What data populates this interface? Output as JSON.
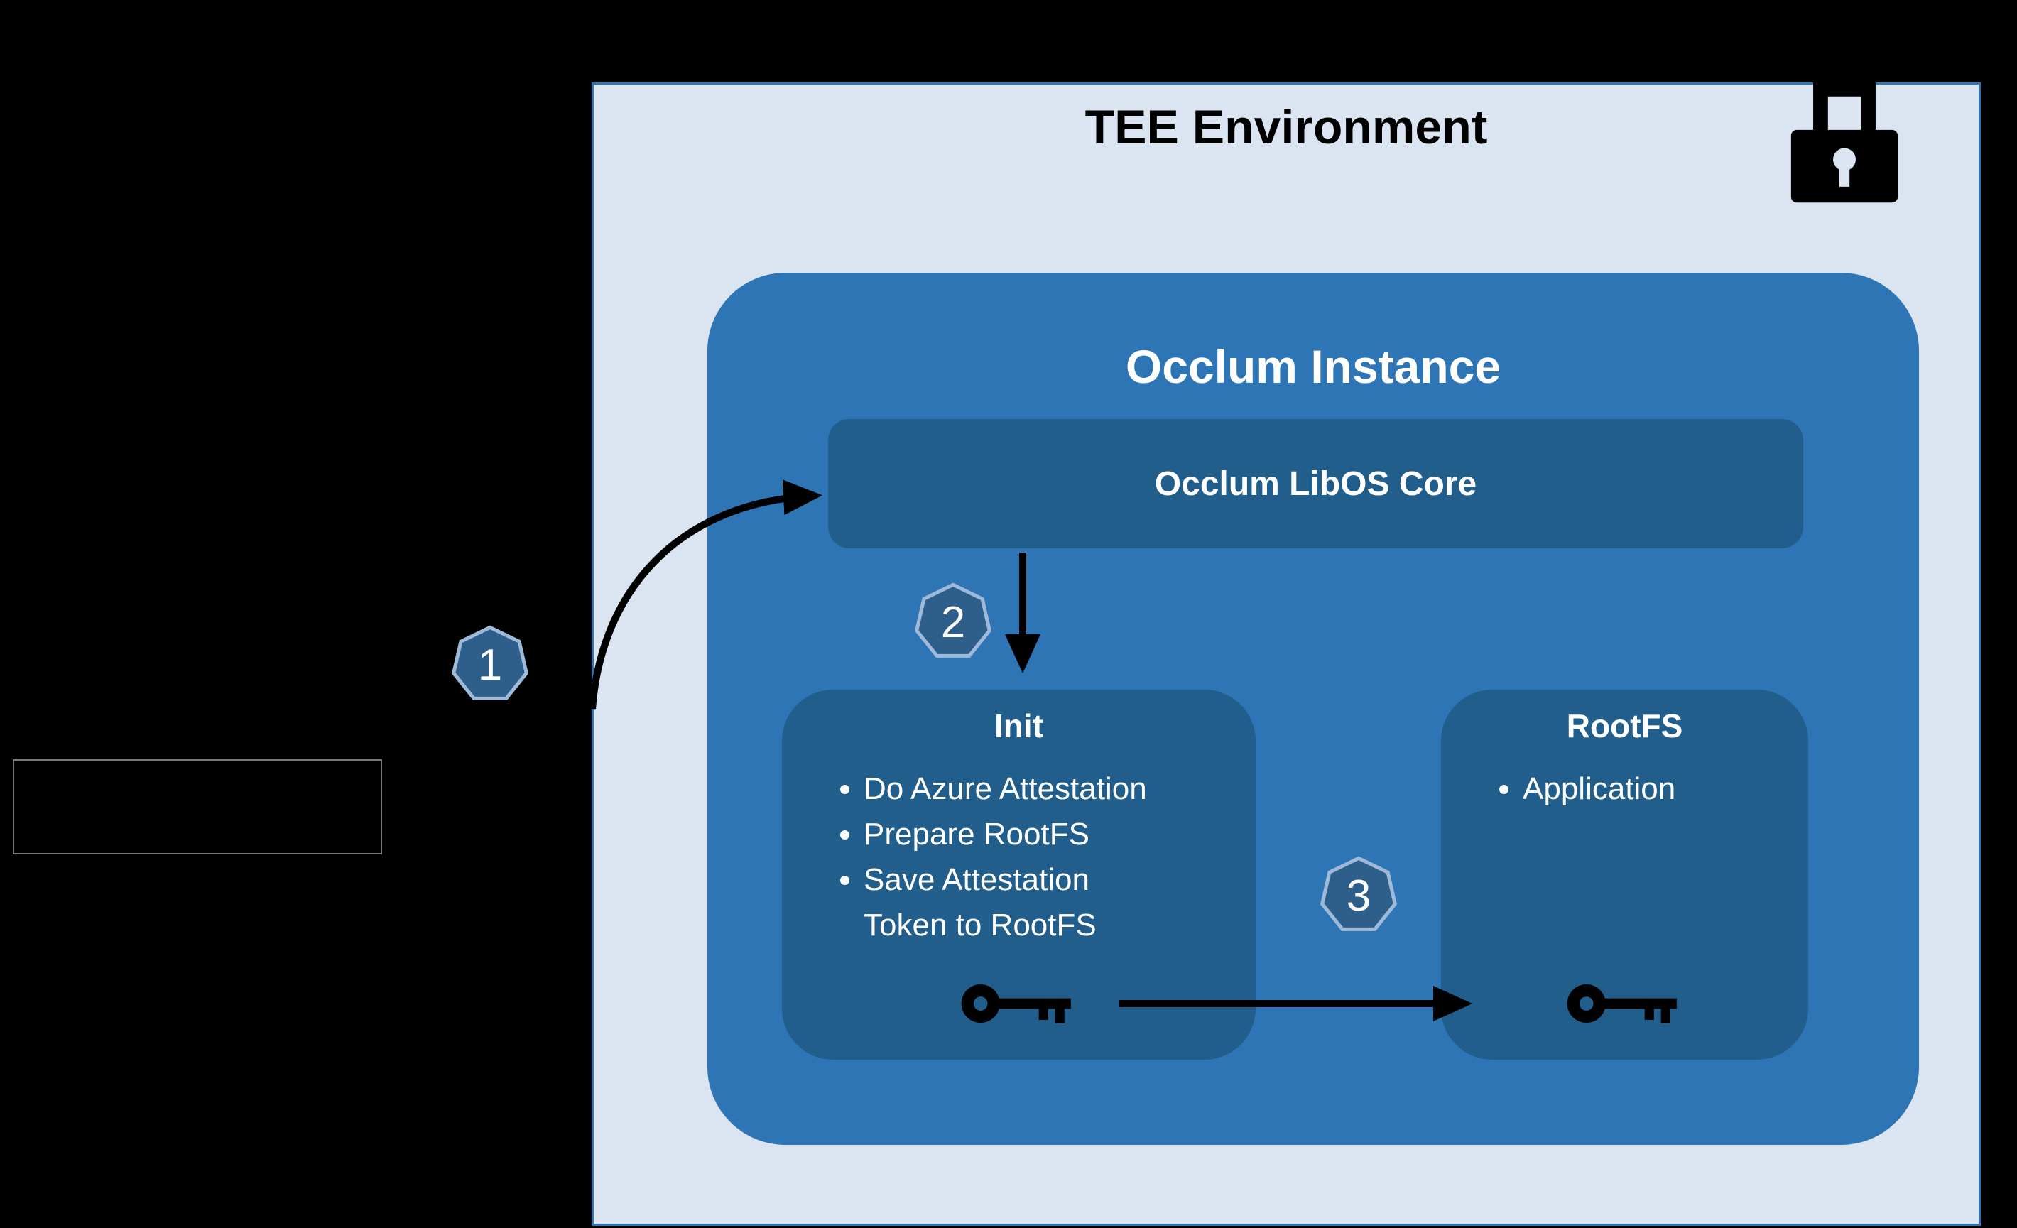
{
  "diagram": {
    "tee": {
      "title": "TEE Environment"
    },
    "occlum_instance": {
      "title": "Occlum Instance",
      "libos_core_label": "Occlum LibOS Core",
      "init": {
        "title": "Init",
        "bullets": [
          "Do Azure Attestation",
          "Prepare RootFS",
          "Save Attestation Token to RootFS"
        ]
      },
      "rootfs": {
        "title": "RootFS",
        "bullets": [
          "Application"
        ]
      }
    },
    "steps": [
      {
        "number": "1"
      },
      {
        "number": "2"
      },
      {
        "number": "3"
      }
    ],
    "icons": {
      "lock": "lock-icon",
      "init_key": "key-icon",
      "rootfs_key": "key-icon"
    },
    "colors": {
      "page_background": "#000000",
      "tee_fill": "#dbe5f1",
      "tee_border": "#2e75b6",
      "instance_fill": "#2e75b6",
      "inner_box_fill": "#215e8c",
      "badge_fill": "#2e5f8a",
      "badge_border": "#9fb9d9",
      "arrow_color": "#000000",
      "light_text": "#ffffff",
      "dark_text": "#000000"
    }
  }
}
